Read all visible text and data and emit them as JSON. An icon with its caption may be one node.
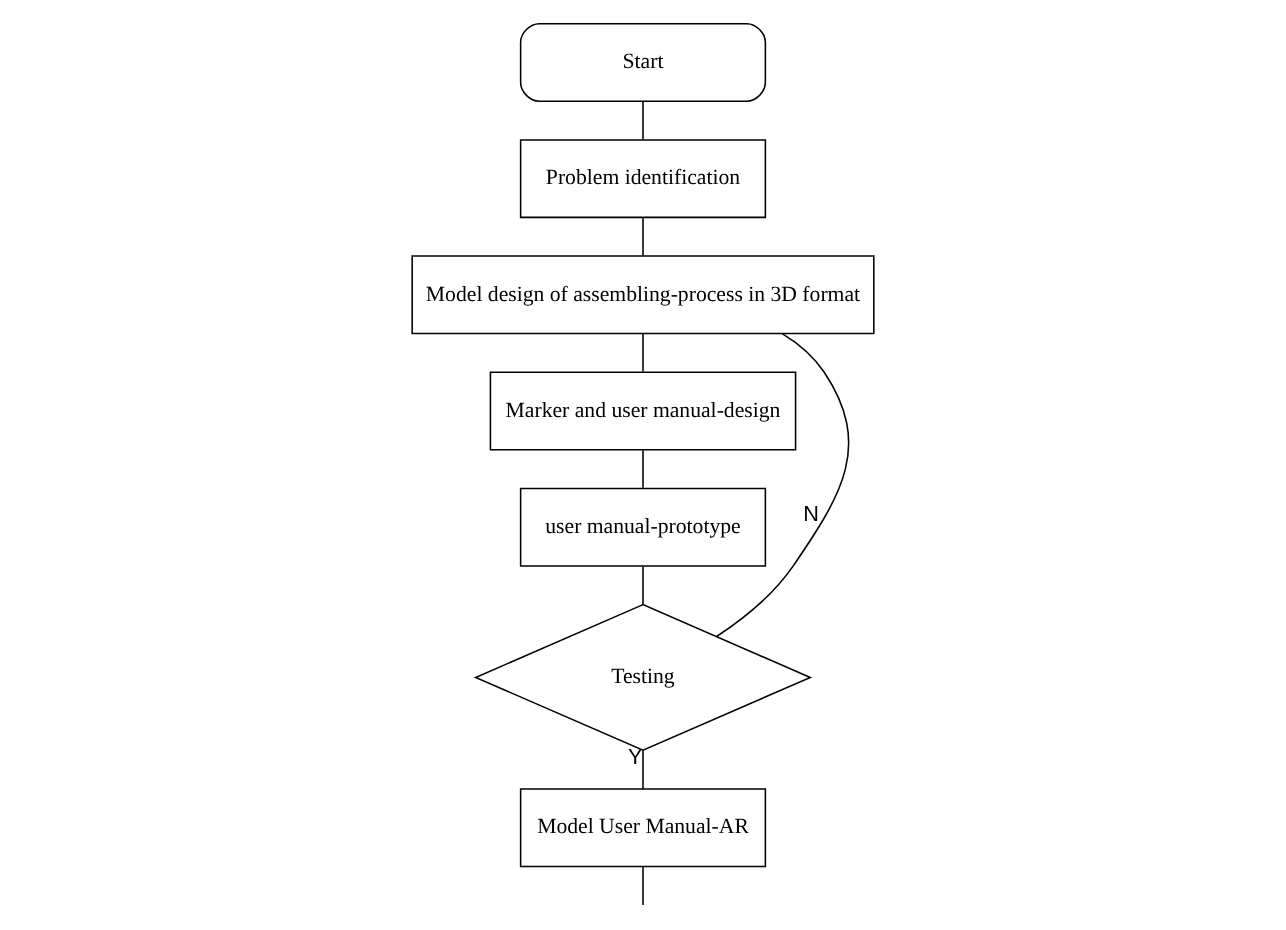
{
  "diagram": {
    "nodes": [
      {
        "text": [
          "Start"
        ]
      },
      {
        "text": [
          "Problem identification"
        ]
      },
      {
        "text": [
          "Model design of assembling-process in 3D format"
        ]
      },
      {
        "text": [
          "Marker and user manual-design"
        ]
      },
      {
        "text": [
          "user manual-prototype"
        ]
      },
      {
        "text": [
          "Testing"
        ]
      },
      {
        "text": [
          "Model User Manual-AR"
        ]
      }
    ],
    "edges": [
      {
        "from": 0,
        "to": 1,
        "arrow": "none"
      },
      {
        "from": 1,
        "to": 2,
        "arrow": "none"
      },
      {
        "from": 2,
        "to": 3,
        "arrow": "none"
      },
      {
        "from": 3,
        "to": 4,
        "arrow": "none"
      },
      {
        "from": 4,
        "to": 5,
        "arrow": "none"
      },
      {
        "from": 5,
        "to": 6,
        "label": "Y",
        "arrow": "none"
      },
      {
        "from": 5,
        "to": 2,
        "label": "N",
        "arrow": "none"
      },
      {
        "from": 6,
        "to": null,
        "arrow": "none"
      }
    ]
  }
}
